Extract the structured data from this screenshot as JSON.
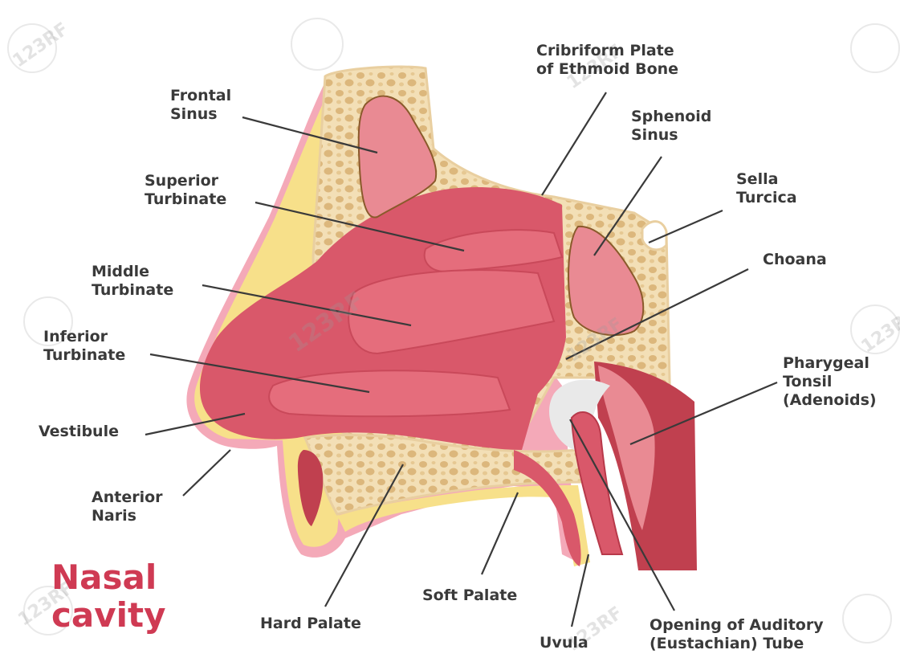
{
  "title": [
    "Nasal",
    "cavity"
  ],
  "labels": {
    "frontal_sinus": [
      "Frontal",
      "Sinus"
    ],
    "cribriform_plate": [
      "Cribriform Plate",
      "of Ethmoid Bone"
    ],
    "sphenoid_sinus": [
      "Sphenoid",
      "Sinus"
    ],
    "sella_turcica": [
      "Sella",
      "Turcica"
    ],
    "superior_turbinate": [
      "Superior",
      "Turbinate"
    ],
    "choana": [
      "Choana"
    ],
    "middle_turbinate": [
      "Middle",
      "Turbinate"
    ],
    "inferior_turbinate": [
      "Inferior",
      "Turbinate"
    ],
    "pharyngeal_tonsil": [
      "Pharygeal",
      "Tonsil",
      "(Adenoids)"
    ],
    "vestibule": [
      "Vestibule"
    ],
    "anterior_naris": [
      "Anterior",
      "Naris"
    ],
    "soft_palate": [
      "Soft Palate"
    ],
    "hard_palate": [
      "Hard Palate"
    ],
    "uvula": [
      "Uvula"
    ],
    "auditory_tube": [
      "Opening of Auditory",
      "(Eustachian) Tube"
    ]
  },
  "watermark": "123RF",
  "colors": {
    "bone": "#f3dfb6",
    "bone_pore": "#dcb77c",
    "mucosa": "#d9586a",
    "mucosa_dark": "#c0404f",
    "sinus": "#e98a93",
    "skin_outer": "#f4a9b8",
    "fat_yellow": "#f7e08a",
    "label_text": "#3a3a3a",
    "title_text": "#cf3a53"
  }
}
